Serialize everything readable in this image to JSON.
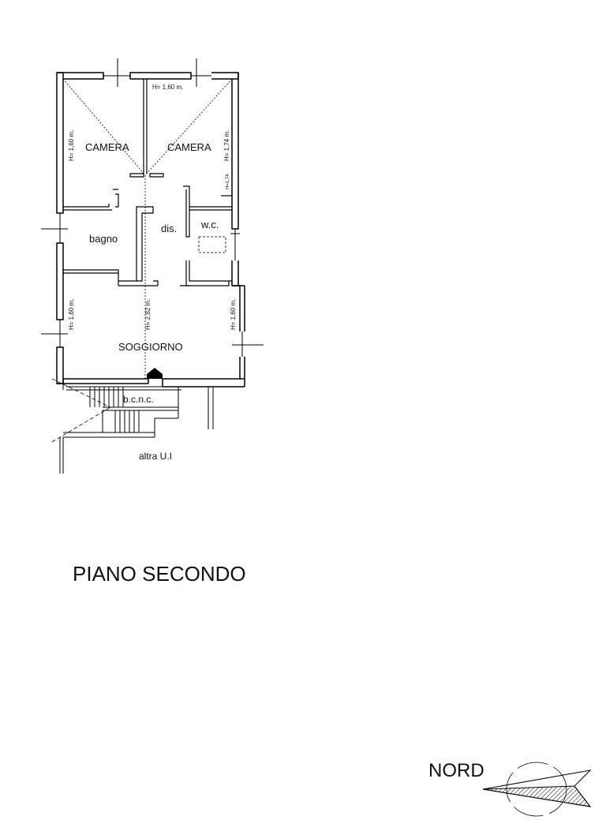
{
  "floor_title": "PIANO SECONDO",
  "north_label": "NORD",
  "rooms": {
    "camera_left": "CAMERA",
    "camera_right": "CAMERA",
    "bagno": "bagno",
    "dis": "dis.",
    "wc": "w.c.",
    "soggiorno": "SOGGIORNO",
    "bcnc": "b.c.n.c.",
    "altra_ui": "altra U.I"
  },
  "heights": {
    "top": "H= 1,60 m.",
    "camera_left": "H= 1,60 m.",
    "camera_right": "H= 1,74 m.",
    "camera_right_small": "H=1,74",
    "soggiorno_left": "H= 1,60 m.",
    "soggiorno_center": "H= 2,82 m.",
    "soggiorno_right": "H= 1,60 m."
  }
}
